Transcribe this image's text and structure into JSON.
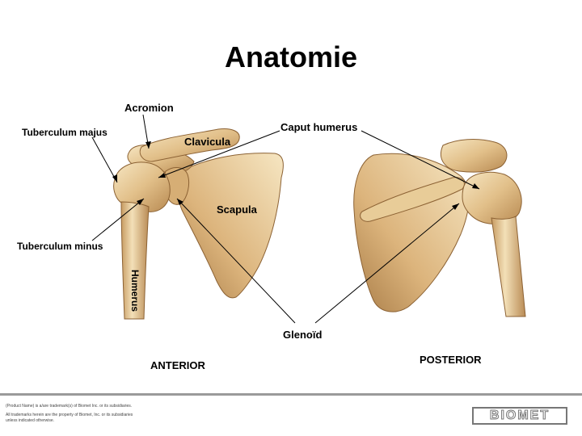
{
  "title": "Anatomie",
  "labels": {
    "acromion": "Acromion",
    "tuberculum_majus": "Tuberculum majus",
    "clavicula": "Clavicula",
    "caput_humerus": "Caput humerus",
    "scapula": "Scapula",
    "tuberculum_minus": "Tuberculum minus",
    "humerus": "Humerus",
    "glenoid": "Glenoïd",
    "anterior": "ANTERIOR",
    "posterior": "POSTERIOR"
  },
  "footer": {
    "line1": "(Product Name) is a/are trademark(s) of Biomet Inc. or its subsidiaries.",
    "line2": "All trademarks herein are the property of Biomet, Inc. or its subsidiaries",
    "line3": "unless indicated otherwise."
  },
  "logo": "BIOMET",
  "colors": {
    "bone_light": "#f1dcb0",
    "bone_mid": "#d9b57c",
    "bone_dark": "#a67a44",
    "footer_rule": "#9a9a9a"
  }
}
